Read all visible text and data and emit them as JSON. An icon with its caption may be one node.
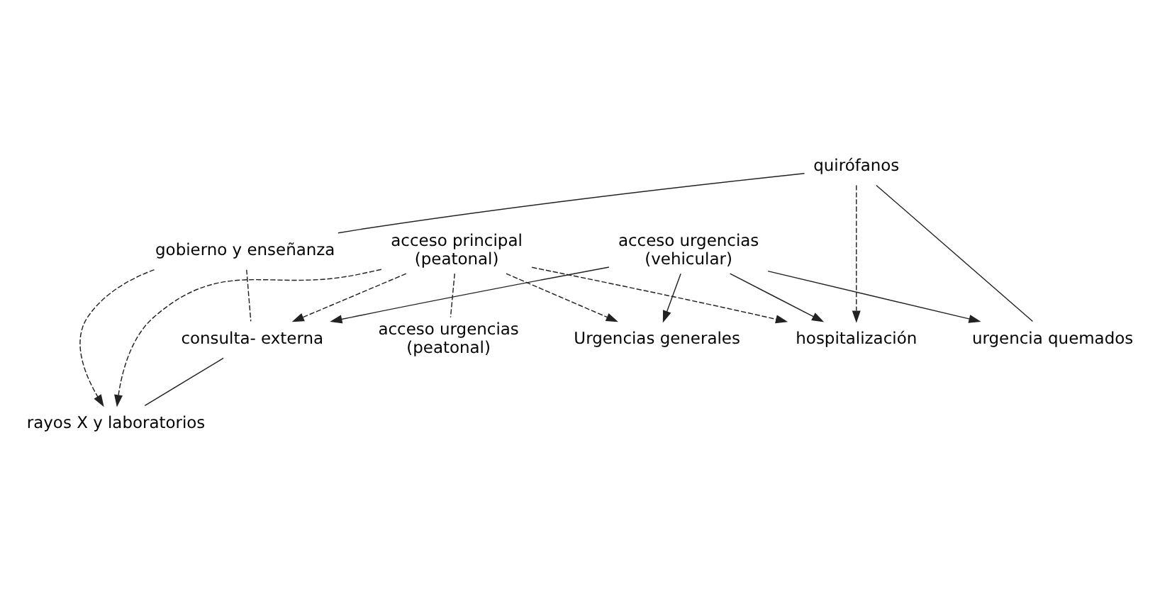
{
  "diagram": {
    "nodes": [
      {
        "text": [
          "gobierno y enseñanza"
        ]
      },
      {
        "text": [
          "quirófanos"
        ]
      },
      {
        "text": [
          "urgencia quemados"
        ]
      },
      {
        "text": [
          "acceso urgencias",
          "(vehicular)"
        ]
      },
      {
        "text": [
          "rayos X y laboratorios"
        ]
      },
      {
        "text": [
          "hospitalización"
        ]
      },
      {
        "text": [
          "consulta- externa"
        ]
      },
      {
        "text": [
          "Urgencias generales"
        ]
      },
      {
        "text": [
          "acceso principal",
          "(peatonal)"
        ]
      },
      {
        "text": [
          "acceso urgencias",
          "(peatonal)"
        ]
      }
    ],
    "edges": [
      {
        "from": 1,
        "to": 0,
        "arrow": "none"
      },
      {
        "from": 1,
        "to": 2,
        "arrow": "none"
      },
      {
        "from": 1,
        "to": 5,
        "arrow": "to",
        "style": "dashed"
      },
      {
        "from": 3,
        "to": 2,
        "arrow": "to"
      },
      {
        "from": 3,
        "to": 5,
        "arrow": "to"
      },
      {
        "from": 3,
        "to": 6,
        "arrow": "to"
      },
      {
        "from": 3,
        "to": 7,
        "arrow": "to"
      },
      {
        "from": 0,
        "to": 4,
        "arrow": "to",
        "style": "dashed"
      },
      {
        "from": 0,
        "to": 6,
        "arrow": "none",
        "style": "dashed"
      },
      {
        "from": 6,
        "to": 4,
        "arrow": "none"
      },
      {
        "from": 8,
        "to": 4,
        "arrow": "to",
        "style": "dashed"
      },
      {
        "from": 8,
        "to": 6,
        "arrow": "to",
        "style": "dashed"
      },
      {
        "from": 8,
        "to": 5,
        "arrow": "to",
        "style": "dashed"
      },
      {
        "from": 8,
        "to": 7,
        "arrow": "to",
        "style": "dashed"
      },
      {
        "from": 8,
        "to": 9,
        "arrow": "none",
        "style": "dashed"
      }
    ]
  }
}
